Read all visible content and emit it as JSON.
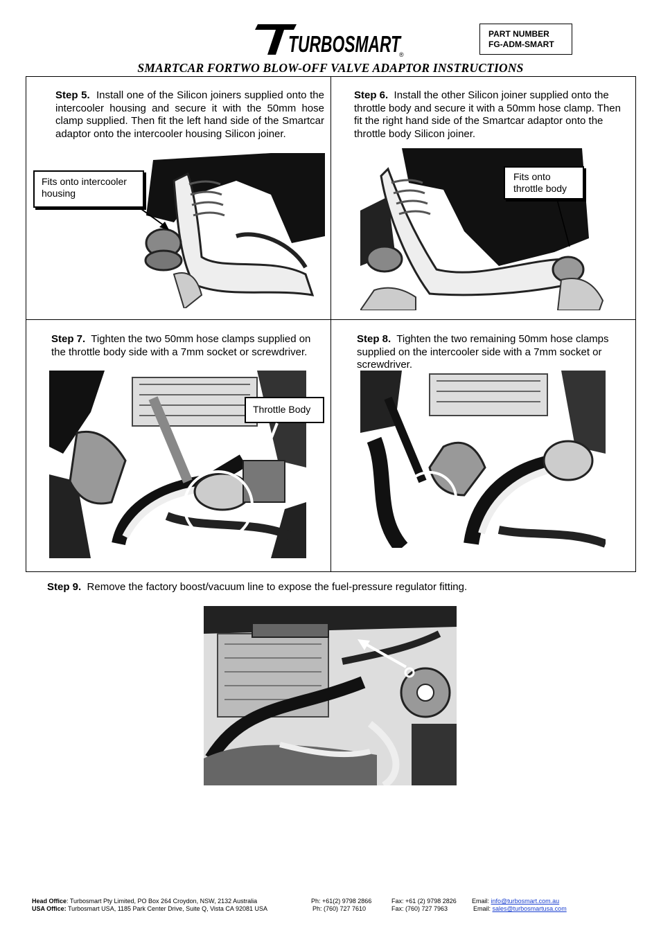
{
  "header": {
    "logo_text": "TURBOSMART",
    "logo_mark": "®",
    "part_number_label": "PART NUMBER",
    "part_number_value": "FG-ADM-SMART",
    "title": "SMARTCAR FORTWO BLOW-OFF VALVE ADAPTOR INSTRUCTIONS"
  },
  "steps": [
    {
      "label": "Step 5.",
      "text": "Install one of the Silicon joiners supplied onto the intercooler housing and secure it with the 50mm hose clamp supplied.  Then fit the left hand side of the Smartcar adaptor onto the intercooler housing Silicon joiner.",
      "callout": "Fits onto intercooler housing"
    },
    {
      "label": "Step 6.",
      "text": "Install the other Silicon joiner supplied onto the throttle body and secure it with a 50mm hose clamp.  Then fit the right hand side of the Smartcar adaptor onto the throttle body Silicon joiner.",
      "callout": "Fits onto throttle body"
    },
    {
      "label": "Step 7.",
      "text": "Tighten the two 50mm hose clamps supplied on the throttle body side with a 7mm socket or screwdriver.",
      "callout": "Throttle Body"
    },
    {
      "label": "Step 8.",
      "text": "Tighten the two remaining 50mm hose clamps supplied on the intercooler side with a 7mm socket or screwdriver."
    },
    {
      "label": "Step 9.",
      "text": "Remove the factory boost/vacuum line to expose the fuel-pressure regulator fitting."
    }
  ],
  "footer": {
    "head_label": "Head Office",
    "head_address": ": Turbosmart Pty Limited, PO Box 264 Croydon, NSW, 2132 Australia",
    "head_phone": "Ph: +61(2) 9798 2866",
    "head_fax": "Fax: +61 (2) 9798 2826",
    "head_email_label": "Email: ",
    "head_email": "info@turbosmart.com.au",
    "usa_label": "USA Office:",
    "usa_address": " Turbosmart USA, 1185 Park Center Drive, Suite Q, Vista CA 92081 USA",
    "usa_phone": "Ph: (760) 727 7610",
    "usa_fax": "Fax: (760) 727 7963",
    "usa_email_label": "Email: ",
    "usa_email": "sales@turbosmartusa.com"
  },
  "colors": {
    "link": "#1a3fd0",
    "text": "#000000"
  }
}
